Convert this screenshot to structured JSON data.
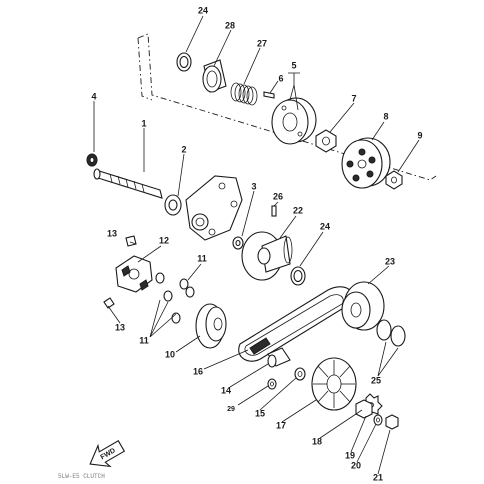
{
  "callouts": [
    "1",
    "2",
    "3",
    "4",
    "5",
    "6",
    "7",
    "8",
    "9",
    "10",
    "11",
    "11",
    "12",
    "13",
    "13",
    "14",
    "15",
    "16",
    "17",
    "18",
    "19",
    "20",
    "21",
    "22",
    "23",
    "24",
    "24",
    "25",
    "26",
    "27",
    "28",
    "29"
  ],
  "fwd_label": "FWD",
  "footer_text": "5LW-E5 CLUTCH"
}
